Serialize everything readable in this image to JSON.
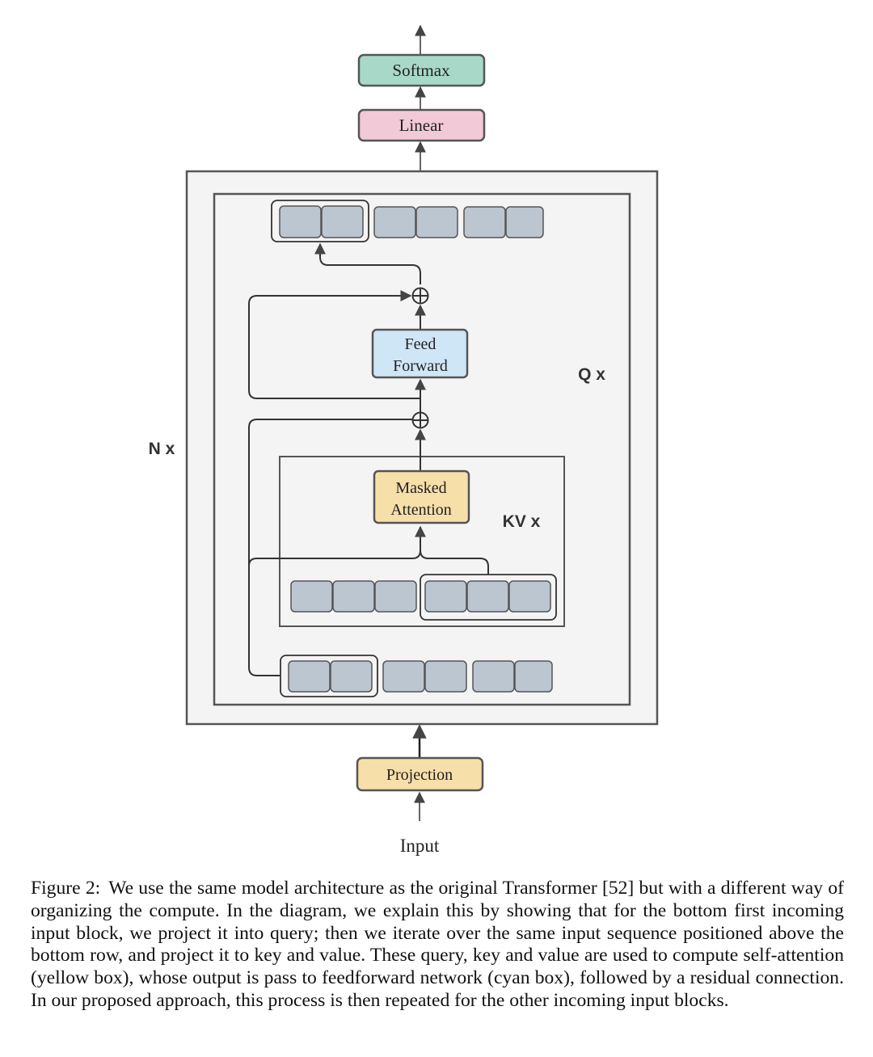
{
  "diagram": {
    "output_blocks": [
      "Softmax",
      "Linear"
    ],
    "input_block": "Projection",
    "input_label": "Input",
    "feed_forward": [
      "Feed",
      "Forward"
    ],
    "masked_attention": [
      "Masked",
      "Attention"
    ],
    "repeat_labels": {
      "outer": "N x",
      "q": "Q x",
      "kv": "KV x"
    },
    "colors": {
      "softmax": "#a8d8c8",
      "linear": "#f2c9d7",
      "feed_forward": "#cfe6f7",
      "attention": "#f7dfa9",
      "projection": "#f7dfa9",
      "token": "#bcc6d0",
      "frame_fill": "#f4f4f4",
      "stroke": "#555555"
    }
  },
  "caption": {
    "number": "Figure 2:",
    "text": "We use the same model architecture as the original Transformer [52] but with a different way of organizing the compute. In the diagram, we explain this by showing that for the bottom first incoming input block, we project it into query; then we iterate over the same input sequence positioned above the bottom row, and project it to key and value. These query, key and value are used to compute self-attention (yellow box), whose output is pass to feedforward network (cyan box), followed by a residual connection. In our proposed approach, this process is then repeated for the other incoming input blocks."
  }
}
